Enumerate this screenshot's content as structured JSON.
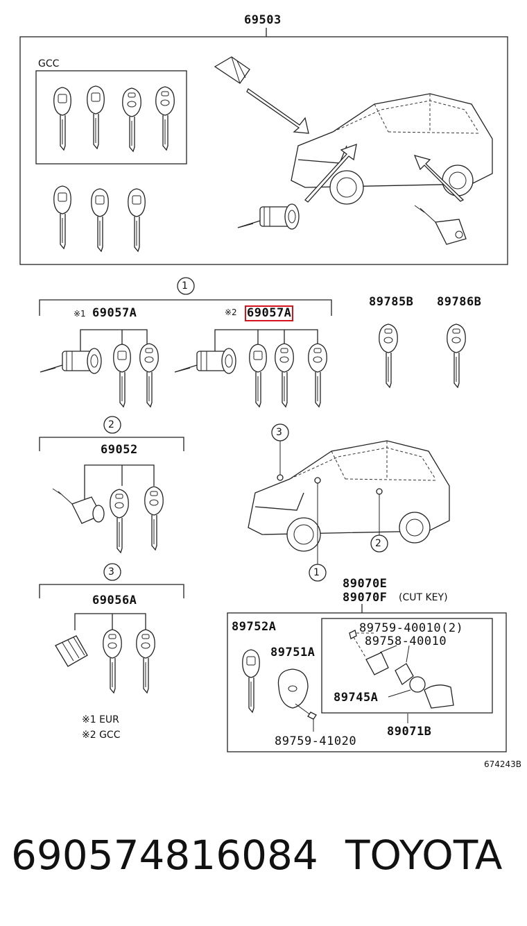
{
  "diagram": {
    "top_part": "69503",
    "gcc_label": "GCC",
    "circle_labels": {
      "c1": "1",
      "c2": "2",
      "c3": "3"
    },
    "group1": {
      "note1": "※1",
      "part1": "69057A",
      "note2": "※2",
      "part2": "69057A"
    },
    "key_b": "89785B",
    "key_c": "89786B",
    "group2_part": "69052",
    "car_circles": {
      "c3": "3",
      "c2": "2",
      "c1": "1"
    },
    "group3_part": "69056A",
    "legend": {
      "l1": "※1  EUR",
      "l2": "※2  GCC"
    },
    "kit": {
      "p1": "89070E",
      "p2": "89070F",
      "cut_key": "(CUT KEY)",
      "a": "89752A",
      "b": "89751A",
      "c": "89759-40010(2)",
      "d": "89758-40010",
      "e": "89745A",
      "f": "89759-41020",
      "g": "89071B"
    },
    "figure_number": "674243B"
  },
  "footer": {
    "part_number": "690574816084",
    "brand": "TOYOTA"
  },
  "colors": {
    "highlight": "#d4141c",
    "line": "#222222"
  },
  "icons": [
    "key-icon",
    "lock-cylinder-icon",
    "car-icon",
    "arrow-icon",
    "screw-icon",
    "battery-icon"
  ]
}
